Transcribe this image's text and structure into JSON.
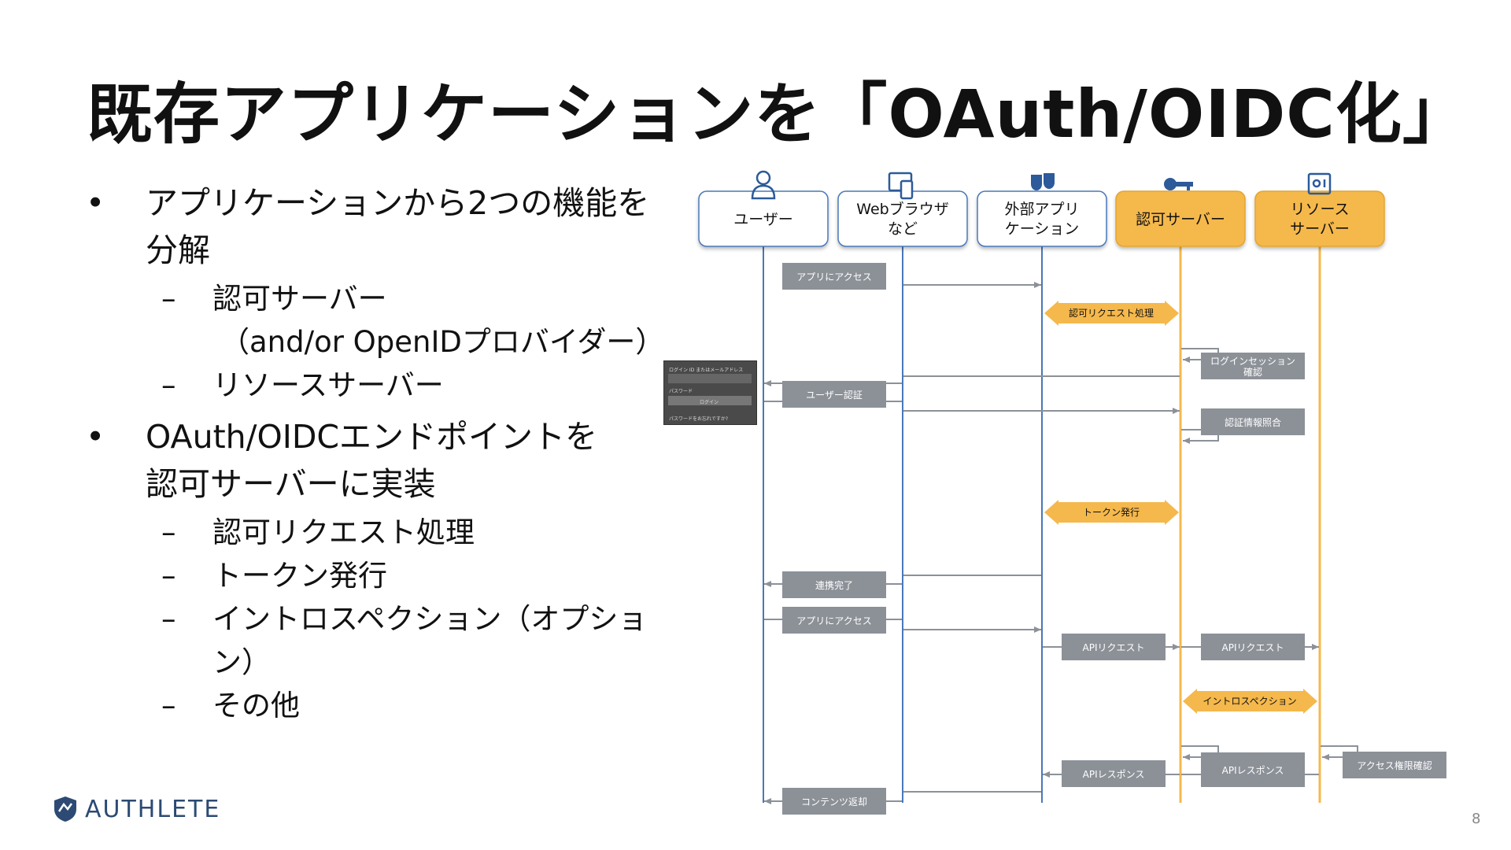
{
  "title": "既存アプリケーションを「OAuth/OIDC化」",
  "bullets": [
    {
      "text": "アプリケーションから2つの機能を分解",
      "sub": [
        "認可サーバー（and/or OpenIDプロバイダー）",
        "リソースサーバー"
      ]
    },
    {
      "text": "OAuth/OIDCエンドポイントを認可サーバーに実装",
      "sub": [
        "認可リクエスト処理",
        "トークン発行",
        "イントロスペクション（オプション）",
        "その他"
      ]
    }
  ],
  "bullet_lines": {
    "b1_l1": "アプリケーションから2つの機能を",
    "b1_l2": "分解",
    "b1_s1_l1": "認可サーバー",
    "b1_s1_l2": "（and/or OpenIDプロバイダー）",
    "b1_s2": "リソースサーバー",
    "b2_l1": "OAuth/OIDCエンドポイントを",
    "b2_l2": "認可サーバーに実装",
    "b2_s1": "認可リクエスト処理",
    "b2_s2": "トークン発行",
    "b2_s3": "イントロスペクション（オプション）",
    "b2_s4": "その他"
  },
  "participants": [
    {
      "line1": "ユーザー",
      "line2": "",
      "icon": "person-icon",
      "highlight": false
    },
    {
      "line1": "Webブラウザ",
      "line2": "など",
      "icon": "devices-icon",
      "highlight": false
    },
    {
      "line1": "外部アプリ",
      "line2": "ケーション",
      "icon": "theater-masks-icon",
      "highlight": false
    },
    {
      "line1": "認可サーバー",
      "line2": "",
      "icon": "key-icon",
      "highlight": true
    },
    {
      "line1": "リソース",
      "line2": "サーバー",
      "icon": "safe-icon",
      "highlight": true
    }
  ],
  "messages": {
    "app_access_1": "アプリにアクセス",
    "authz_request": "認可リクエスト処理",
    "login_session_l1": "ログインセッション",
    "login_session_l2": "確認",
    "user_auth": "ユーザー認証",
    "cred_check": "認証情報照合",
    "token_issue": "トークン発行",
    "link_done": "連携完了",
    "app_access_2": "アプリにアクセス",
    "api_request_1": "APIリクエスト",
    "api_request_2": "APIリクエスト",
    "introspection": "イントロスペクション",
    "access_check": "アクセス権限確認",
    "api_response_1": "APIレスポンス",
    "api_response_2": "APIレスポンス",
    "content_return": "コンテンツ返却"
  },
  "login_form": {
    "id_label": "ログイン ID またはメールアドレス",
    "password_label": "パスワード",
    "login_button": "ログイン",
    "forgot": "パスワードをお忘れですか?"
  },
  "logo_text": "AUTHLETE",
  "page_number": "8",
  "colors": {
    "accent_orange": "#f5b84c",
    "lifeline_blue": "#4a78b8",
    "message_gray": "#8c9198"
  }
}
